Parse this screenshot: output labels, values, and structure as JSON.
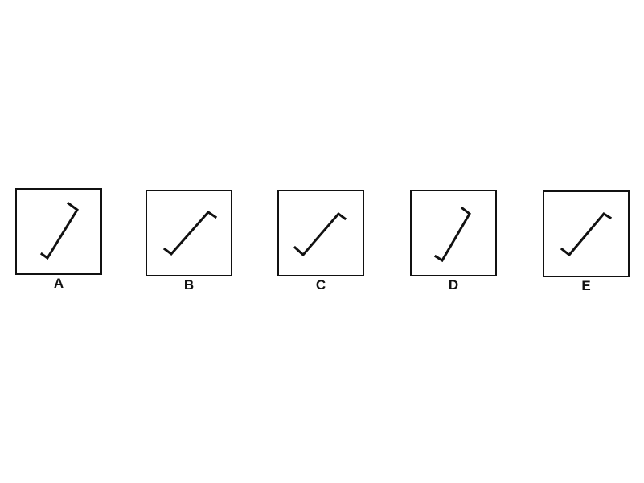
{
  "options": [
    {
      "label": "A",
      "figure": "line-with-hooks"
    },
    {
      "label": "B",
      "figure": "line-with-hooks"
    },
    {
      "label": "C",
      "figure": "line-with-hooks"
    },
    {
      "label": "D",
      "figure": "line-with-hooks"
    },
    {
      "label": "E",
      "figure": "line-with-hooks"
    }
  ],
  "colors": {
    "stroke": "#111111",
    "background": "#ffffff"
  }
}
